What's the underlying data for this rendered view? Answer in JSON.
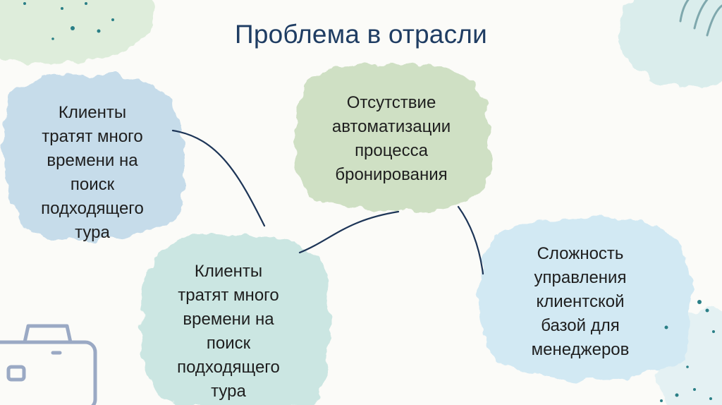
{
  "slide": {
    "title": "Проблема в отрасли"
  },
  "nodes": [
    {
      "id": "n1",
      "lines": [
        "Клиенты",
        "тратят много",
        "времени на",
        "поиск",
        "подходящего",
        "тура"
      ],
      "color": "#c6dcea"
    },
    {
      "id": "n2",
      "lines": [
        "Отсутствие",
        "автоматизации",
        "процесса",
        "бронирования"
      ],
      "color": "#cfe0c4"
    },
    {
      "id": "n3",
      "lines": [
        "Клиенты",
        "тратят много",
        "времени на",
        "поиск",
        "подходящего",
        "тура"
      ],
      "color": "#cbe6e2"
    },
    {
      "id": "n4",
      "lines": [
        "Сложность",
        "управления",
        "клиентской",
        "базой для",
        "менеджеров"
      ],
      "color": "#d2e9f3"
    }
  ],
  "connectors": [
    {
      "from": "n1",
      "to": "n3"
    },
    {
      "from": "n3",
      "to": "n2"
    },
    {
      "from": "n2",
      "to": "n4"
    }
  ],
  "colors": {
    "title": "#1f3d63",
    "connector": "#1d3557",
    "accent_dots": "#2a7f86",
    "suitcase": "#9aa9c4"
  },
  "decorations": [
    "suitcase-icon",
    "palm-leaf-icon"
  ]
}
